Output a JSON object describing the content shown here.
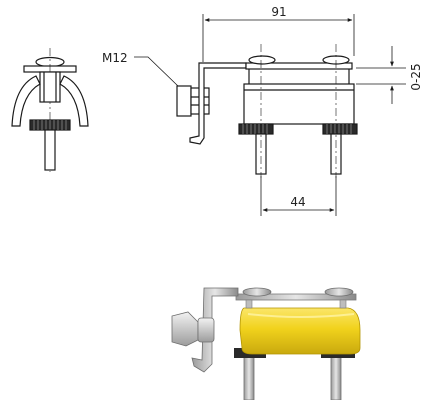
{
  "dimensions": {
    "overall_width": "91",
    "clamp_range": "0-25",
    "bolt_spacing": "44"
  },
  "callouts": {
    "nut_size": "M12"
  },
  "colors": {
    "line": "#1a1a1a",
    "body_yellow": "#f1d21c",
    "body_yellow_dark": "#c9a90e",
    "steel": "#c8c8c8",
    "steel_dark": "#8a8a8a",
    "rubber": "#2a2a2a"
  }
}
